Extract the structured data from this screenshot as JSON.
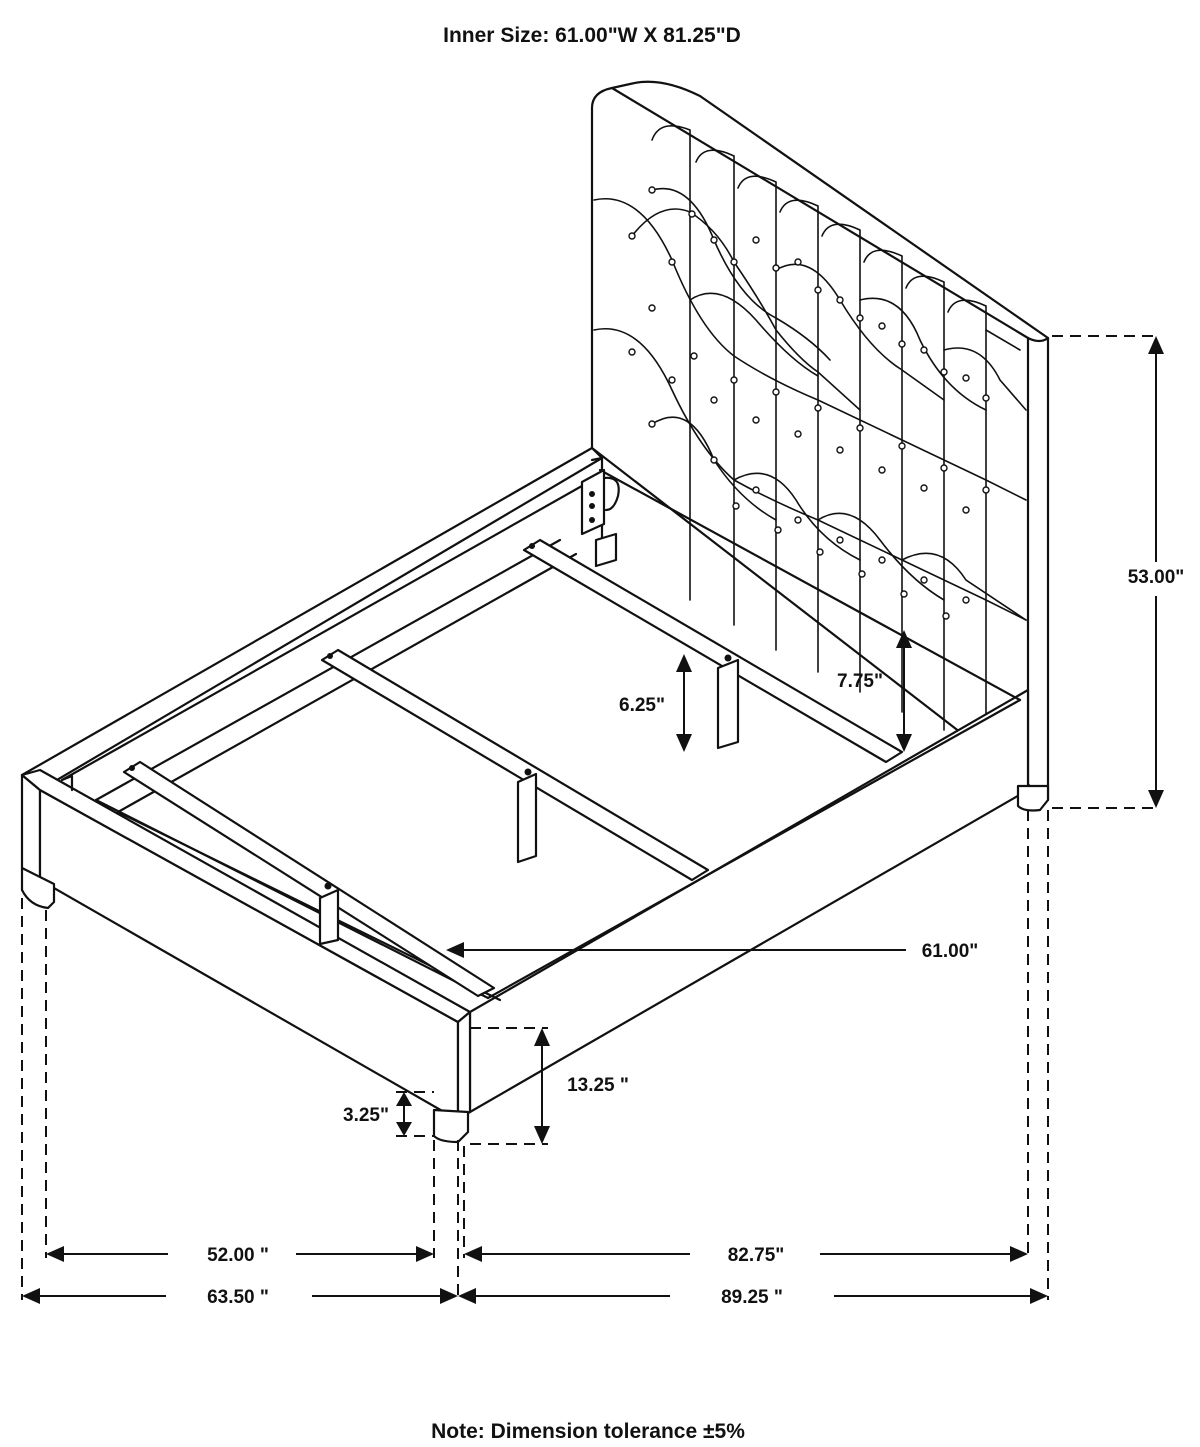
{
  "title": "Inner Size: 61.00\"W X 81.25\"D",
  "note": "Note: Dimension tolerance ±5%",
  "dimensions": {
    "headboard_height": "53.00\"",
    "rail_clearance": "7.75\"",
    "slat_drop": "6.25\"",
    "inner_width": "61.00\"",
    "side_rail_height": "13.25 \"",
    "leg_height": "3.25\"",
    "inner_front_width": "52.00 \"",
    "overall_width": "63.50 \"",
    "inner_length": "82.75\"",
    "overall_length": "89.25 \""
  }
}
